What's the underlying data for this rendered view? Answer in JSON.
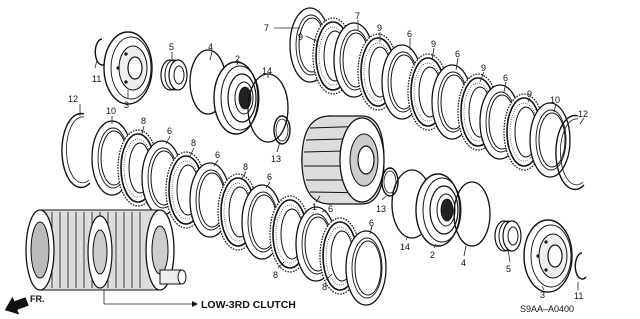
{
  "diagram": {
    "caption": "LOW-3RD CLUTCH",
    "part_code": "S9AA–A0400",
    "front_marker": "FR."
  },
  "callouts": {
    "c11a": "11",
    "c3a": "3",
    "c5a": "5",
    "c4a": "4",
    "c2a": "2",
    "c14a": "14",
    "c13a": "13",
    "c7a": "7",
    "c9a": "9",
    "c7b": "7",
    "c9b": "9",
    "c6a": "6",
    "c9c": "9",
    "c6b": "6",
    "c9d": "9",
    "c6c": "6",
    "c9e": "9",
    "c10a": "10",
    "c12a": "12",
    "c12b": "12",
    "c10b": "10",
    "c8a": "8",
    "c6d": "6",
    "c8b": "8",
    "c6e": "6",
    "c8c": "8",
    "c6f": "6",
    "c8d": "8",
    "c1": "1",
    "c6g": "6",
    "c8e": "8",
    "c6h": "6",
    "c13b": "13",
    "c14b": "14",
    "c2b": "2",
    "c4b": "4",
    "c5b": "5",
    "c3b": "3",
    "c11b": "11"
  }
}
